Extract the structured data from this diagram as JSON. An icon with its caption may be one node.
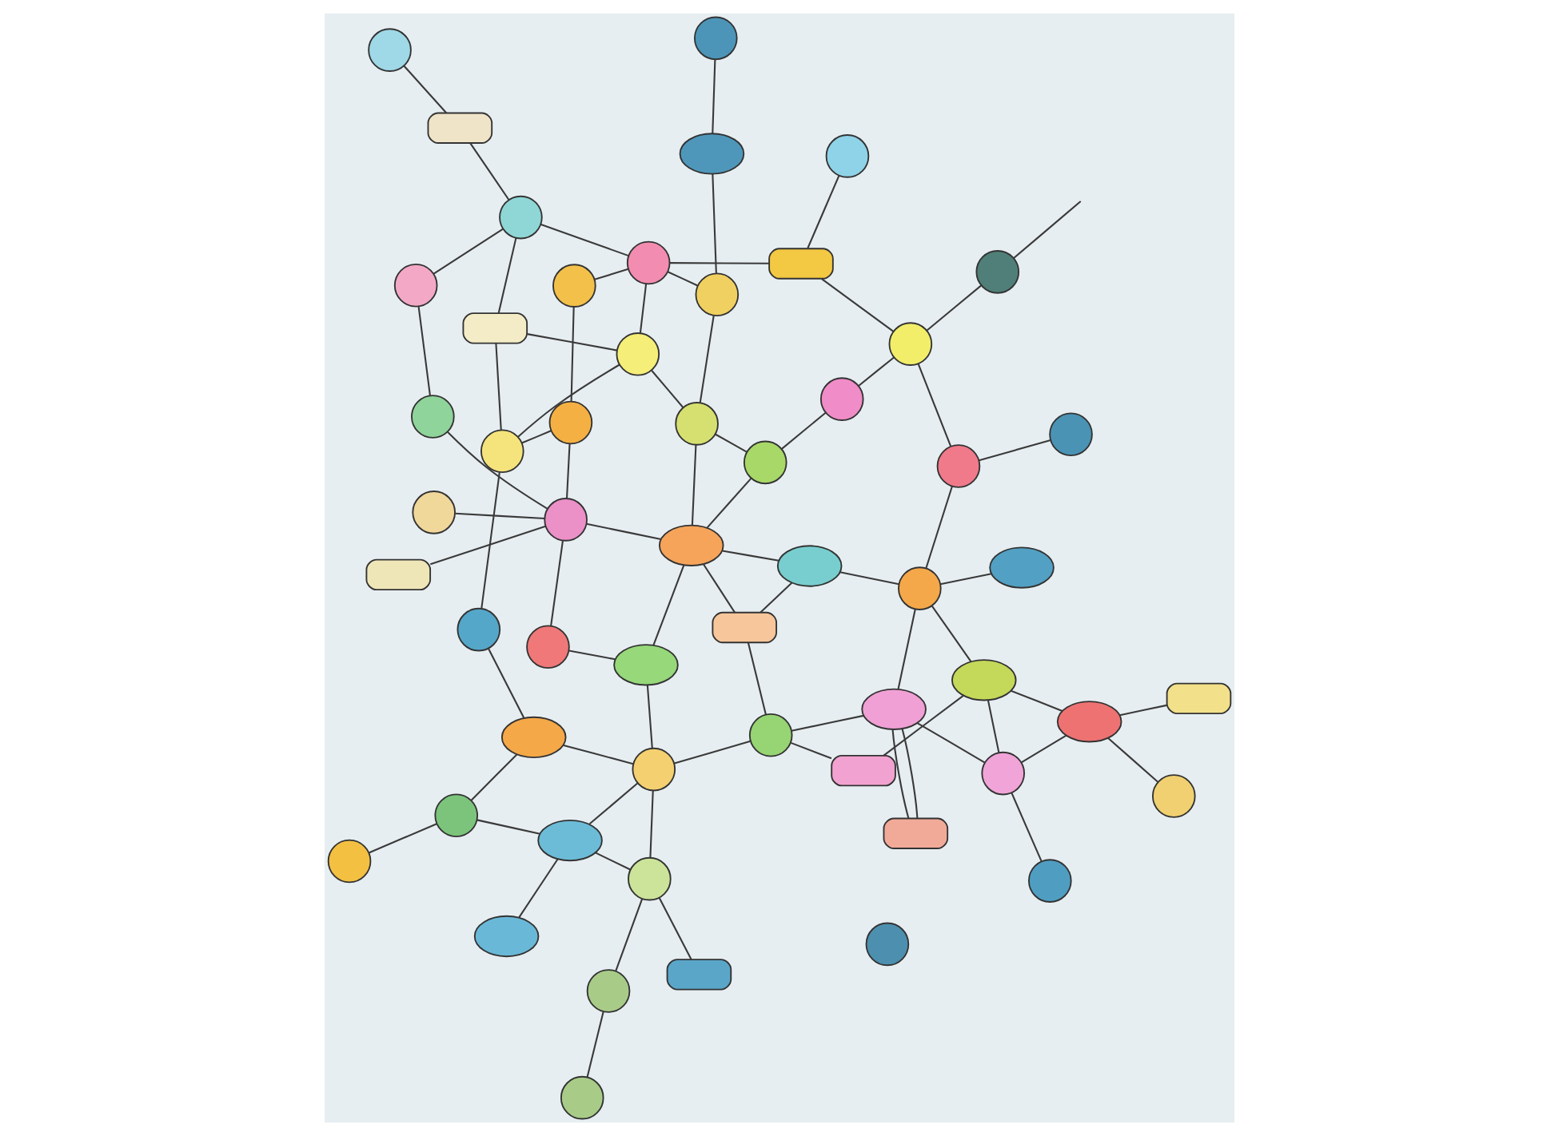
{
  "diagram": {
    "nodes": [
      {
        "text": [],
        "shape": "circle"
      },
      {
        "text": [],
        "shape": "circle"
      },
      {
        "text": [],
        "shape": "circle"
      },
      {
        "text": [],
        "shape": "circle"
      },
      {
        "text": [],
        "shape": "box"
      },
      {
        "text": [],
        "shape": "circle"
      },
      {
        "text": [],
        "shape": "circle"
      },
      {
        "text": [],
        "shape": "circle"
      },
      {
        "text": [],
        "shape": "ellipse"
      },
      {
        "text": [],
        "shape": "circle"
      },
      {
        "text": [],
        "shape": "circle"
      },
      {
        "text": [],
        "shape": "circle"
      },
      {
        "text": [],
        "shape": "circle"
      },
      {
        "text": [],
        "shape": "circle"
      },
      {
        "text": [],
        "shape": "circle"
      },
      {
        "text": [],
        "shape": "circle"
      },
      {
        "text": [],
        "shape": "circle"
      },
      {
        "text": [],
        "shape": "box"
      },
      {
        "text": [],
        "shape": "circle"
      },
      {
        "text": [],
        "shape": "box"
      },
      {
        "text": [],
        "shape": "ellipse"
      },
      {
        "text": [],
        "shape": "circle"
      },
      {
        "text": [],
        "shape": "ellipse"
      },
      {
        "text": [],
        "shape": "circle"
      },
      {
        "text": [],
        "shape": "ellipse"
      },
      {
        "text": [],
        "shape": "circle"
      },
      {
        "text": [],
        "shape": "circle"
      },
      {
        "text": [],
        "shape": "box"
      },
      {
        "text": [],
        "shape": "ellipse"
      },
      {
        "text": [],
        "shape": "circle"
      },
      {
        "text": [],
        "shape": "circle"
      },
      {
        "text": [],
        "shape": "circle"
      },
      {
        "text": [],
        "shape": "ellipse"
      },
      {
        "text": [],
        "shape": "box"
      },
      {
        "text": [],
        "shape": "circle"
      },
      {
        "text": [],
        "shape": "ellipse"
      },
      {
        "text": [],
        "shape": "circle"
      },
      {
        "text": [],
        "shape": "circle"
      },
      {
        "text": [],
        "shape": "circle"
      },
      {
        "text": [],
        "shape": "ellipse"
      },
      {
        "text": [],
        "shape": "box"
      },
      {
        "text": [],
        "shape": "circle"
      },
      {
        "text": [],
        "shape": "circle"
      },
      {
        "text": [],
        "shape": "ellipse"
      },
      {
        "text": [],
        "shape": "circle"
      },
      {
        "text": [],
        "shape": "box"
      },
      {
        "text": [],
        "shape": "ellipse"
      },
      {
        "text": [],
        "shape": "box"
      },
      {
        "text": [],
        "shape": "circle"
      },
      {
        "text": [],
        "shape": "circle"
      },
      {
        "text": [],
        "shape": "ellipse"
      },
      {
        "text": [],
        "shape": "circle"
      },
      {
        "text": [],
        "shape": "circle"
      },
      {
        "text": [],
        "shape": "box"
      },
      {
        "text": [],
        "shape": "circle"
      }
    ],
    "edges": [
      {
        "from": null,
        "to": 0,
        "arrow": "none"
      },
      {
        "from": 0,
        "to": 2,
        "arrow": "none"
      },
      {
        "from": 1,
        "to": 2,
        "arrow": "none"
      },
      {
        "from": 1,
        "to": 23,
        "arrow": "none"
      },
      {
        "from": 3,
        "to": 1,
        "arrow": "none"
      },
      {
        "from": 5,
        "to": 2,
        "arrow": "none"
      },
      {
        "from": 5,
        "to": 14,
        "arrow": "none"
      },
      {
        "from": 8,
        "to": 7,
        "arrow": "none"
      },
      {
        "from": 13,
        "to": 8,
        "arrow": "none"
      },
      {
        "from": 7,
        "to": 10,
        "arrow": "none"
      },
      {
        "from": 2,
        "to": 4,
        "arrow": "none"
      },
      {
        "from": 4,
        "to": 10,
        "arrow": "none"
      },
      {
        "from": 4,
        "to": 6,
        "arrow": "none"
      },
      {
        "from": 9,
        "to": 10,
        "arrow": "none"
      },
      {
        "from": 10,
        "to": 11,
        "arrow": "none"
      },
      {
        "from": 11,
        "to": 26,
        "arrow": "none"
      },
      {
        "from": 11,
        "to": 19,
        "arrow": "none"
      },
      {
        "from": 11,
        "to": 17,
        "arrow": "none"
      },
      {
        "from": 17,
        "to": 12,
        "arrow": "none"
      },
      {
        "from": 10,
        "to": 16,
        "arrow": "none"
      },
      {
        "from": 16,
        "to": 21,
        "arrow": "none"
      },
      {
        "from": 16,
        "to": 19,
        "arrow": "none"
      },
      {
        "from": 15,
        "to": 16,
        "arrow": "none"
      },
      {
        "from": 9,
        "to": 18,
        "arrow": "none"
      },
      {
        "from": 18,
        "to": 25,
        "arrow": "none"
      },
      {
        "from": 18,
        "to": 21,
        "arrow": "none"
      },
      {
        "from": 21,
        "to": 19,
        "arrow": "none"
      },
      {
        "from": 7,
        "to": 15,
        "arrow": "none"
      },
      {
        "from": 14,
        "to": 15,
        "arrow": "none"
      },
      {
        "from": 15,
        "to": 24,
        "arrow": "none"
      },
      {
        "from": 20,
        "to": 24,
        "arrow": "none"
      },
      {
        "from": 14,
        "to": 24,
        "arrow": "none"
      },
      {
        "from": 23,
        "to": 20,
        "arrow": "none"
      },
      {
        "from": 23,
        "to": 39,
        "arrow": "none"
      },
      {
        "from": 20,
        "to": 27,
        "arrow": "none"
      },
      {
        "from": 24,
        "to": 25,
        "arrow": "none"
      },
      {
        "from": 27,
        "to": 24,
        "arrow": "none"
      },
      {
        "from": 24,
        "to": 28,
        "arrow": "none"
      },
      {
        "from": 25,
        "to": 31,
        "arrow": "none"
      },
      {
        "from": 25,
        "to": 36,
        "arrow": "none"
      },
      {
        "from": 25,
        "to": 45,
        "arrow": "none"
      },
      {
        "from": 26,
        "to": 31,
        "arrow": "none"
      },
      {
        "from": 25,
        "to": 30,
        "arrow": "none"
      },
      {
        "from": 28,
        "to": 30,
        "arrow": "none"
      },
      {
        "from": 28,
        "to": 37,
        "arrow": "none"
      },
      {
        "from": 27,
        "to": 34,
        "arrow": "none"
      },
      {
        "from": 32,
        "to": 34,
        "arrow": "none"
      },
      {
        "from": 34,
        "to": 37,
        "arrow": "none"
      },
      {
        "from": 23,
        "to": 32,
        "arrow": "none"
      },
      {
        "from": 33,
        "to": 32,
        "arrow": "none"
      },
      {
        "from": 33,
        "to": 32,
        "arrow": "none"
      },
      {
        "from": 32,
        "to": 38,
        "arrow": "none"
      },
      {
        "from": 38,
        "to": 42,
        "arrow": "none"
      },
      {
        "from": 38,
        "to": 39,
        "arrow": "none"
      },
      {
        "from": 38,
        "to": 46,
        "arrow": "none"
      },
      {
        "from": 46,
        "to": 39,
        "arrow": "none"
      },
      {
        "from": 39,
        "to": 40,
        "arrow": "none"
      },
      {
        "from": 34,
        "to": 40,
        "arrow": "none"
      },
      {
        "from": 46,
        "to": 52,
        "arrow": "none"
      },
      {
        "from": 46,
        "to": 53,
        "arrow": "none"
      },
      {
        "from": 37,
        "to": 35,
        "arrow": "none"
      },
      {
        "from": 37,
        "to": 43,
        "arrow": "none"
      },
      {
        "from": 29,
        "to": 35,
        "arrow": "none"
      },
      {
        "from": 35,
        "to": 41,
        "arrow": "none"
      },
      {
        "from": 43,
        "to": 41,
        "arrow": "none"
      },
      {
        "from": 41,
        "to": 48,
        "arrow": "none"
      },
      {
        "from": 37,
        "to": 44,
        "arrow": "none"
      },
      {
        "from": 44,
        "to": 43,
        "arrow": "none"
      },
      {
        "from": 44,
        "to": 47,
        "arrow": "none"
      },
      {
        "from": 44,
        "to": 51,
        "arrow": "none"
      },
      {
        "from": 51,
        "to": 54,
        "arrow": "none"
      },
      {
        "from": 43,
        "to": 50,
        "arrow": "none"
      },
      {
        "from": 22,
        "to": 23,
        "arrow": "none"
      },
      {
        "from": 21,
        "to": 29,
        "arrow": "none"
      }
    ]
  }
}
